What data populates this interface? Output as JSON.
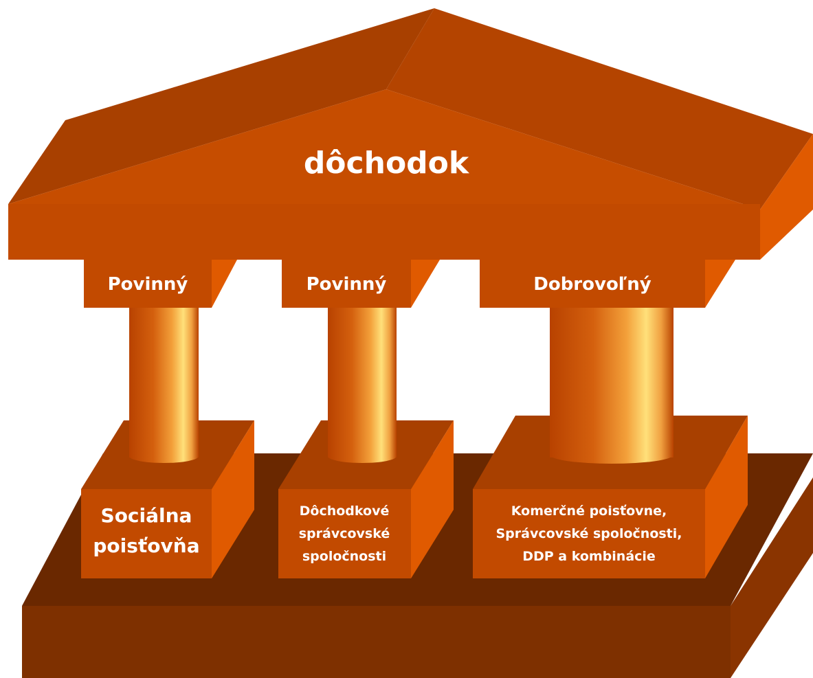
{
  "roof": {
    "title": "dôchodok"
  },
  "pillars": [
    {
      "cap_label": "Povinný",
      "base_lines": [
        "Sociálna",
        "poisťovňa"
      ]
    },
    {
      "cap_label": "Povinný",
      "base_lines": [
        "Dôchodkové",
        "správcovské",
        "spoločnosti"
      ]
    },
    {
      "cap_label": "Dobrovoľný",
      "base_lines": [
        "Komerčné poisťovne,",
        "Správcovské spoločnosti,",
        "DDP a kombinácie"
      ]
    }
  ],
  "colors": {
    "primary": "#c24a00",
    "light": "#e05a00",
    "dark": "#a03c00",
    "platform_top": "#6a2800",
    "platform_front": "#7e3000",
    "highlight": "#ffd36a"
  }
}
